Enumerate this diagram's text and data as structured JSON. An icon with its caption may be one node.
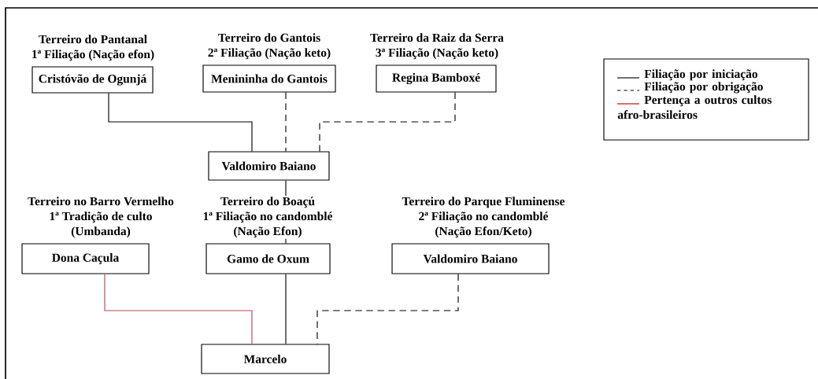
{
  "diagram": {
    "nodes": [
      {
        "text": [
          "Terreiro do Pantanal",
          "1ª Filiação (Nação efon)",
          "Cristóvão de Ogunjá"
        ]
      },
      {
        "text": [
          "Terreiro do Gantois",
          "2ª Filiação (Nação keto)",
          "Menininha do Gantois"
        ]
      },
      {
        "text": [
          "Terreiro da Raiz da Serra",
          "3ª Filiação (Nação keto)",
          "Regina Bamboxé"
        ]
      },
      {
        "text": [
          "Valdomiro Baiano"
        ]
      },
      {
        "text": [
          "Terreiro no Barro Vermelho",
          "1ª Tradição de culto",
          "(Umbanda)",
          "Dona Caçula"
        ]
      },
      {
        "text": [
          "Terreiro do Boaçú",
          "1ª Filiação no candomblé",
          "(Nação Efon)",
          "Gamo de Oxum"
        ]
      },
      {
        "text": [
          "Terreiro do Parque Fluminense",
          "2ª Filiação no candomblé",
          "(Nação Efon/Keto)",
          "Valdomiro Baiano"
        ]
      },
      {
        "text": [
          "Marcelo"
        ]
      }
    ],
    "edges": [
      {
        "from": 0,
        "to": 3,
        "arrow": "none"
      },
      {
        "from": 1,
        "to": 3,
        "arrow": "none",
        "style": "dashed"
      },
      {
        "from": 2,
        "to": 3,
        "arrow": "none",
        "style": "dashed"
      },
      {
        "from": 3,
        "to": 5,
        "arrow": "none"
      },
      {
        "from": 4,
        "to": 7,
        "arrow": "none",
        "color": "#b5484f"
      },
      {
        "from": 5,
        "to": 7,
        "arrow": "none"
      },
      {
        "from": 6,
        "to": 7,
        "arrow": "none",
        "style": "dashed"
      }
    ],
    "legend": [
      {
        "text": "Filiação por iniciação"
      },
      {
        "text": "Filiação por obrigação"
      },
      {
        "text": "Pertença a outros cultos afro-brasileiros"
      }
    ]
  }
}
